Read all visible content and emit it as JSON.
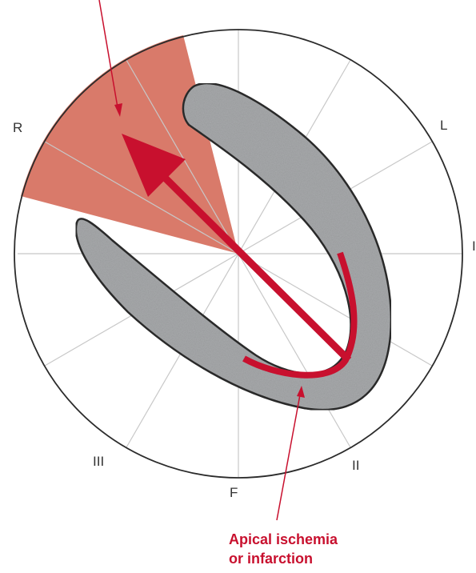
{
  "lead_labels": {
    "aVR": "R",
    "aVL": "L",
    "lead_I": "I",
    "lead_II": "II",
    "lead_III": "III",
    "aVF": "F"
  },
  "caption": {
    "line1": "Apical ischemia",
    "line2": "or infarction"
  },
  "colors": {
    "sector_fill": "#d97a6a",
    "vector": "#c8102e",
    "heart_wall": "#a7a9ab",
    "outline": "#2b2b2b",
    "spokes": "#c8c8c8"
  }
}
